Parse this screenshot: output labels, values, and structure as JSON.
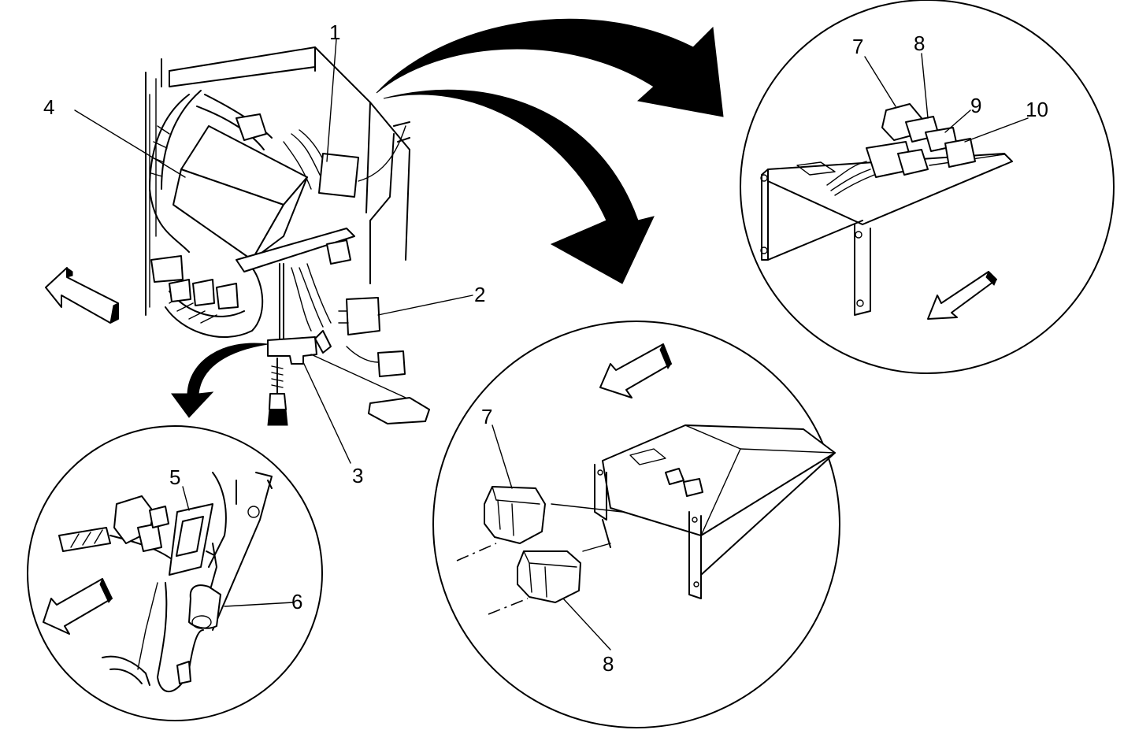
{
  "colors": {
    "ink": "#000000",
    "paper": "#ffffff"
  },
  "callouts": {
    "c1": "1",
    "c2": "2",
    "c3": "3",
    "c4": "4",
    "c5": "5",
    "c6": "6",
    "c7a": "7",
    "c8a": "8",
    "c9": "9",
    "c10": "10",
    "c7b": "7",
    "c8b": "8"
  },
  "icons": [
    "direction-arrow-icon",
    "curved-arrow-icon",
    "bolt-icon"
  ]
}
